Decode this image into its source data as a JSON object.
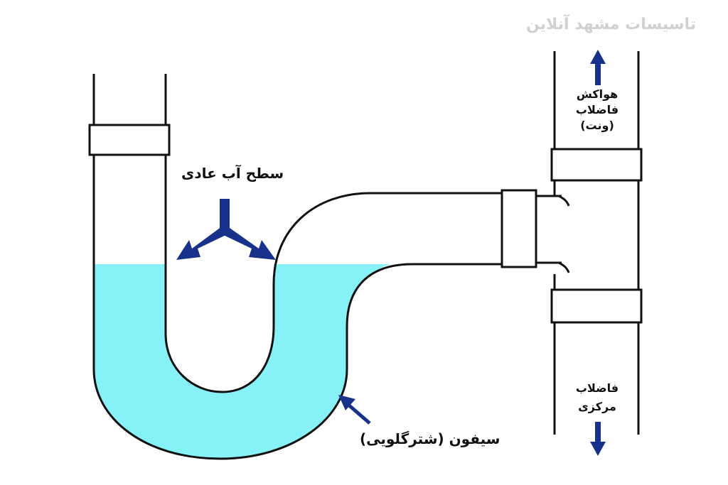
{
  "watermark": "تاسیسات مشهد آنلاین",
  "labels": {
    "water_level": "سطح آب عادی",
    "trap": "سیفون (شترگلویی)",
    "vent": [
      "هواکش",
      "فاضلاب",
      "(ونت)"
    ],
    "main_drain": [
      "فاضلاب",
      "مرکزی"
    ]
  },
  "colors": {
    "water": "#86f2f8",
    "arrow": "#18328c",
    "outline": "#111111"
  },
  "icons": [
    "water-level-arrow-icon",
    "trap-pointer-arrow-icon",
    "vent-up-arrow-icon",
    "drain-down-arrow-icon"
  ]
}
